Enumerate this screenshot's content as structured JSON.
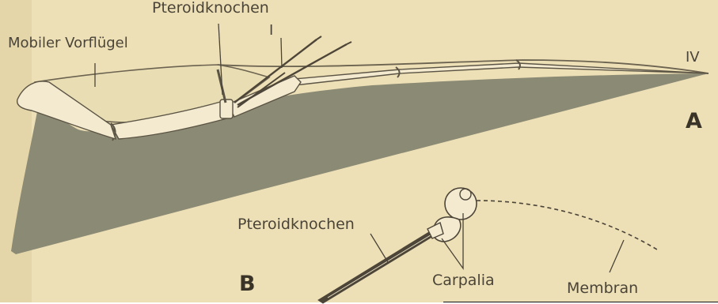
{
  "labels": {
    "pteroid_top": "Pteroidknochen",
    "mobile_forewing": "Mobiler Vorflügel",
    "digit_one": "I",
    "digit_four": "IV",
    "panel_a": "A",
    "panel_b": "B",
    "pteroid_bottom": "Pteroidknochen",
    "carpalia": "Carpalia",
    "membrane": "Membran"
  },
  "colors": {
    "paper": "#eee0b6",
    "membrane_fill": "#8b8a74",
    "forewing_fill": "#e9ddb4",
    "bone_fill": "#f3ead0",
    "ink": "#4a4438"
  }
}
